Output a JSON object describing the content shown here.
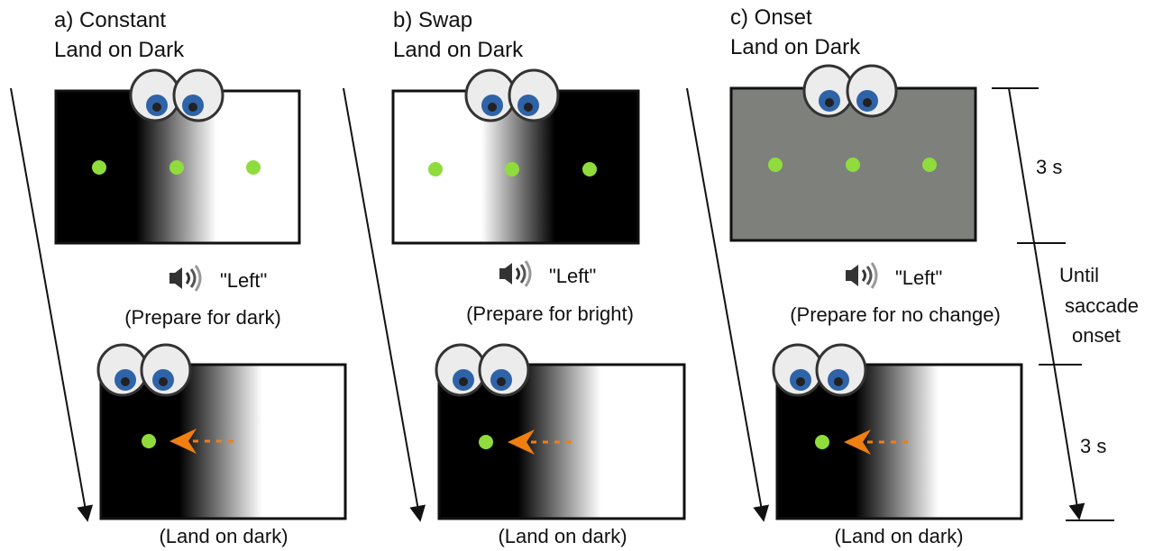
{
  "panels": [
    {
      "id": "a",
      "title_line1": "a) Constant",
      "title_line2": "Land on Dark",
      "cue_word": "\"Left\"",
      "instruction": "(Prepare for dark)",
      "outcome": "(Land on dark)",
      "top_screen_background": "gradient-dark-left",
      "bottom_screen_background": "gradient-dark-left"
    },
    {
      "id": "b",
      "title_line1": "b) Swap",
      "title_line2": "Land on Dark",
      "cue_word": "\"Left\"",
      "instruction": "(Prepare for bright)",
      "outcome": "(Land on dark)",
      "top_screen_background": "gradient-bright-left",
      "bottom_screen_background": "gradient-dark-left"
    },
    {
      "id": "c",
      "title_line1": "c) Onset",
      "title_line2": "Land on Dark",
      "cue_word": "\"Left\"",
      "instruction": "(Prepare for no change)",
      "outcome": "(Land on dark)",
      "top_screen_background": "uniform-gray",
      "bottom_screen_background": "gradient-dark-left"
    }
  ],
  "timeline": {
    "segment1": "3 s",
    "segment2_line1": "Until",
    "segment2_line2": "saccade",
    "segment2_line3": "onset",
    "segment3": "3 s"
  },
  "colors": {
    "target_dot": "#8fdc3c",
    "saccade_arrow": "#f07f12",
    "iris": "#2f63a8",
    "gray_screen": "#7d807b",
    "speaker": "#333333"
  },
  "icons": [
    "speaker-icon",
    "eyes-icon",
    "time-arrow-icon"
  ]
}
